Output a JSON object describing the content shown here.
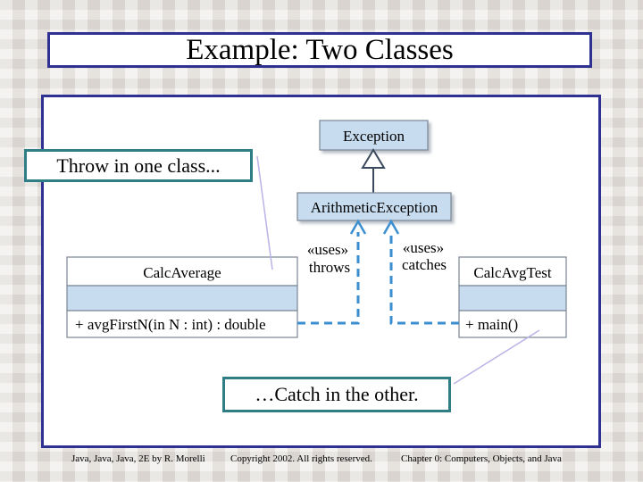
{
  "slide": {
    "title": "Example: Two Classes"
  },
  "diagram": {
    "classes": {
      "exception": "Exception",
      "arithmetic_exception": "ArithmeticException",
      "calc_average": {
        "name": "CalcAverage",
        "method": "+ avgFirstN(in N : int) : double"
      },
      "calc_avg_test": {
        "name": "CalcAvgTest",
        "method": "+ main()"
      }
    },
    "relations": {
      "throws_stereotype": "«uses»",
      "throws_label": "throws",
      "catches_stereotype": "«uses»",
      "catches_label": "catches"
    },
    "colors": {
      "class_fill": "#c8dcef",
      "class_border": "#7a8594",
      "dashed_line": "#3b8fd0",
      "callout_border": "#2f7d85",
      "frame": "#2e3192"
    }
  },
  "callouts": {
    "throw": "Throw in one class...",
    "catch": "…Catch in the other."
  },
  "footer": {
    "left": "Java, Java, Java, 2E by R. Morelli",
    "center": "Copyright 2002. All rights reserved.",
    "right": "Chapter 0: Computers, Objects, and Java"
  }
}
